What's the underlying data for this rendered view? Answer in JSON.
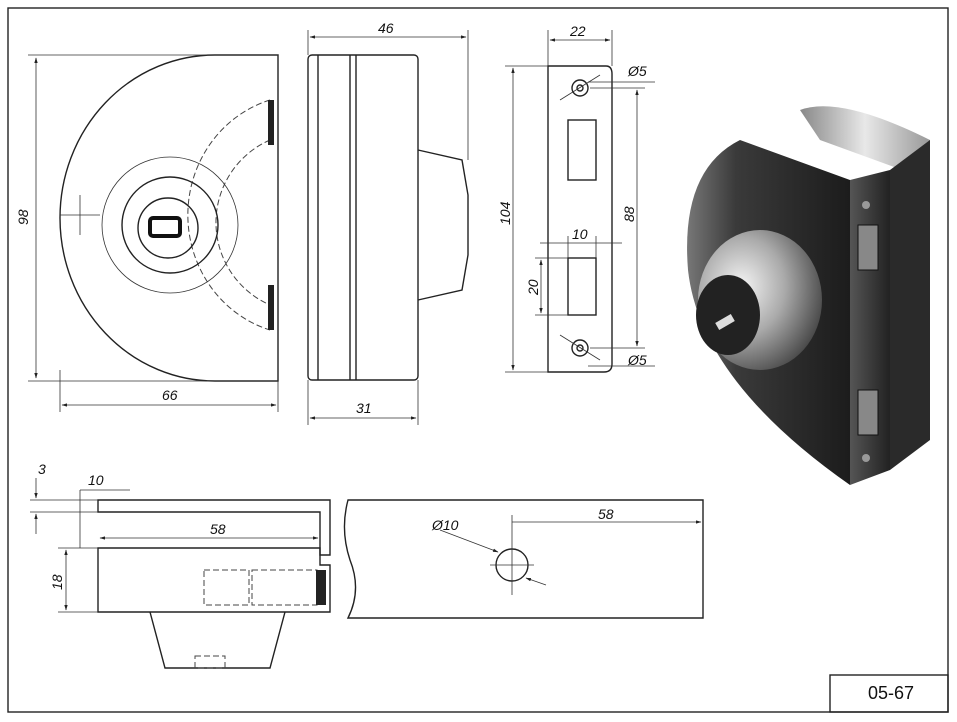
{
  "drawing_code": "05-67",
  "front_view": {
    "height": "98",
    "width": "66"
  },
  "side_view": {
    "overall_depth": "46",
    "body_depth": "31"
  },
  "strike_plate": {
    "width": "22",
    "hole_top": "Ø5",
    "length": "104",
    "hole_spacing": "88",
    "slot_width": "10",
    "slot_height": "20",
    "hole_bottom": "Ø5"
  },
  "bottom_view": {
    "clamp_lip": "3",
    "glass_gap": "10",
    "clamp_depth": "58",
    "body_height": "18"
  },
  "glass_view": {
    "hole_diameter": "Ø10",
    "hole_offset": "58"
  }
}
